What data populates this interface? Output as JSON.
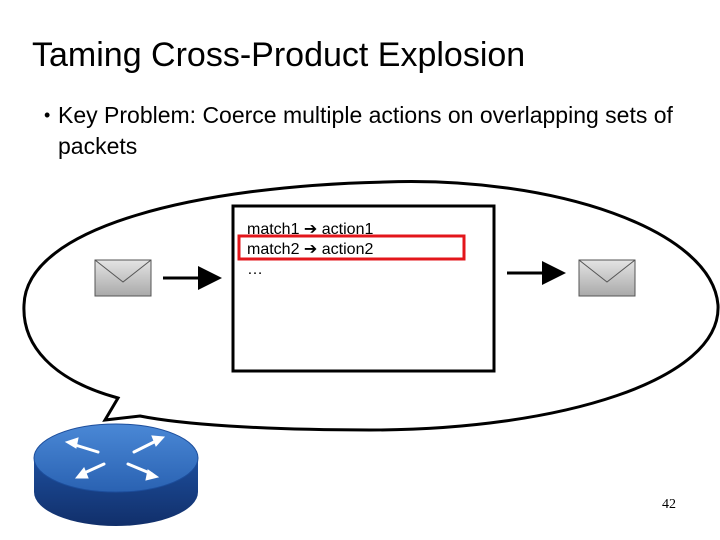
{
  "slide": {
    "title": "Taming Cross-Product Explosion",
    "bullet": "Key Problem: Coerce multiple actions on overlapping sets of packets",
    "bullet_marker": "•",
    "rules": [
      {
        "match": "match1",
        "arrow": "➔",
        "action": "action1",
        "highlighted": false
      },
      {
        "match": "match2",
        "arrow": "➔",
        "action": "action2",
        "highlighted": true
      }
    ],
    "ellipsis": "…",
    "page_number": "42"
  },
  "colors": {
    "highlight": "#e3161b",
    "router_top": "#2f6fc0",
    "router_side": "#173f86",
    "envelope": "#c8c8c8"
  },
  "icons": [
    "envelope-in-icon",
    "envelope-out-icon",
    "router-icon",
    "arrow-right-icon"
  ]
}
